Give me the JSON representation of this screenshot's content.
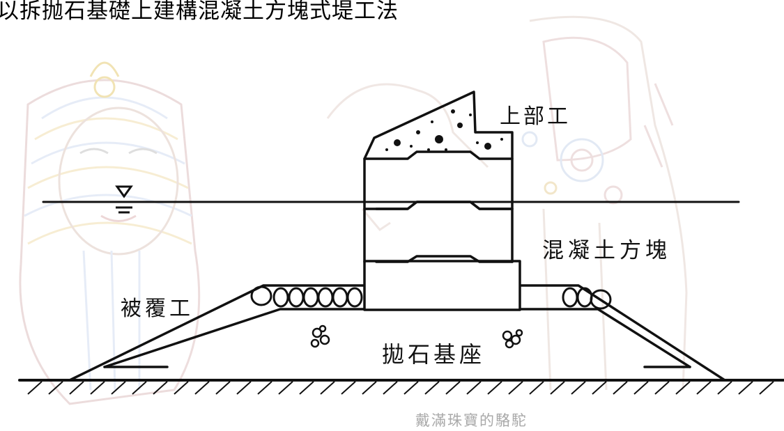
{
  "title": "以拆抛石基礎上建構混凝土方塊式堤工法",
  "labels": {
    "superstructure": "上部工",
    "concrete_block": "混凝土方塊",
    "armor_layer": "被覆工",
    "rubble_mound": "拋石基座"
  },
  "watermark": "戴滿珠寶的駱駝",
  "colors": {
    "line": "#111111",
    "background_art": "#e8c9c0",
    "watermark": "#a9a9a9"
  },
  "icons": {
    "water_level": "water-level-triangle-icon"
  }
}
